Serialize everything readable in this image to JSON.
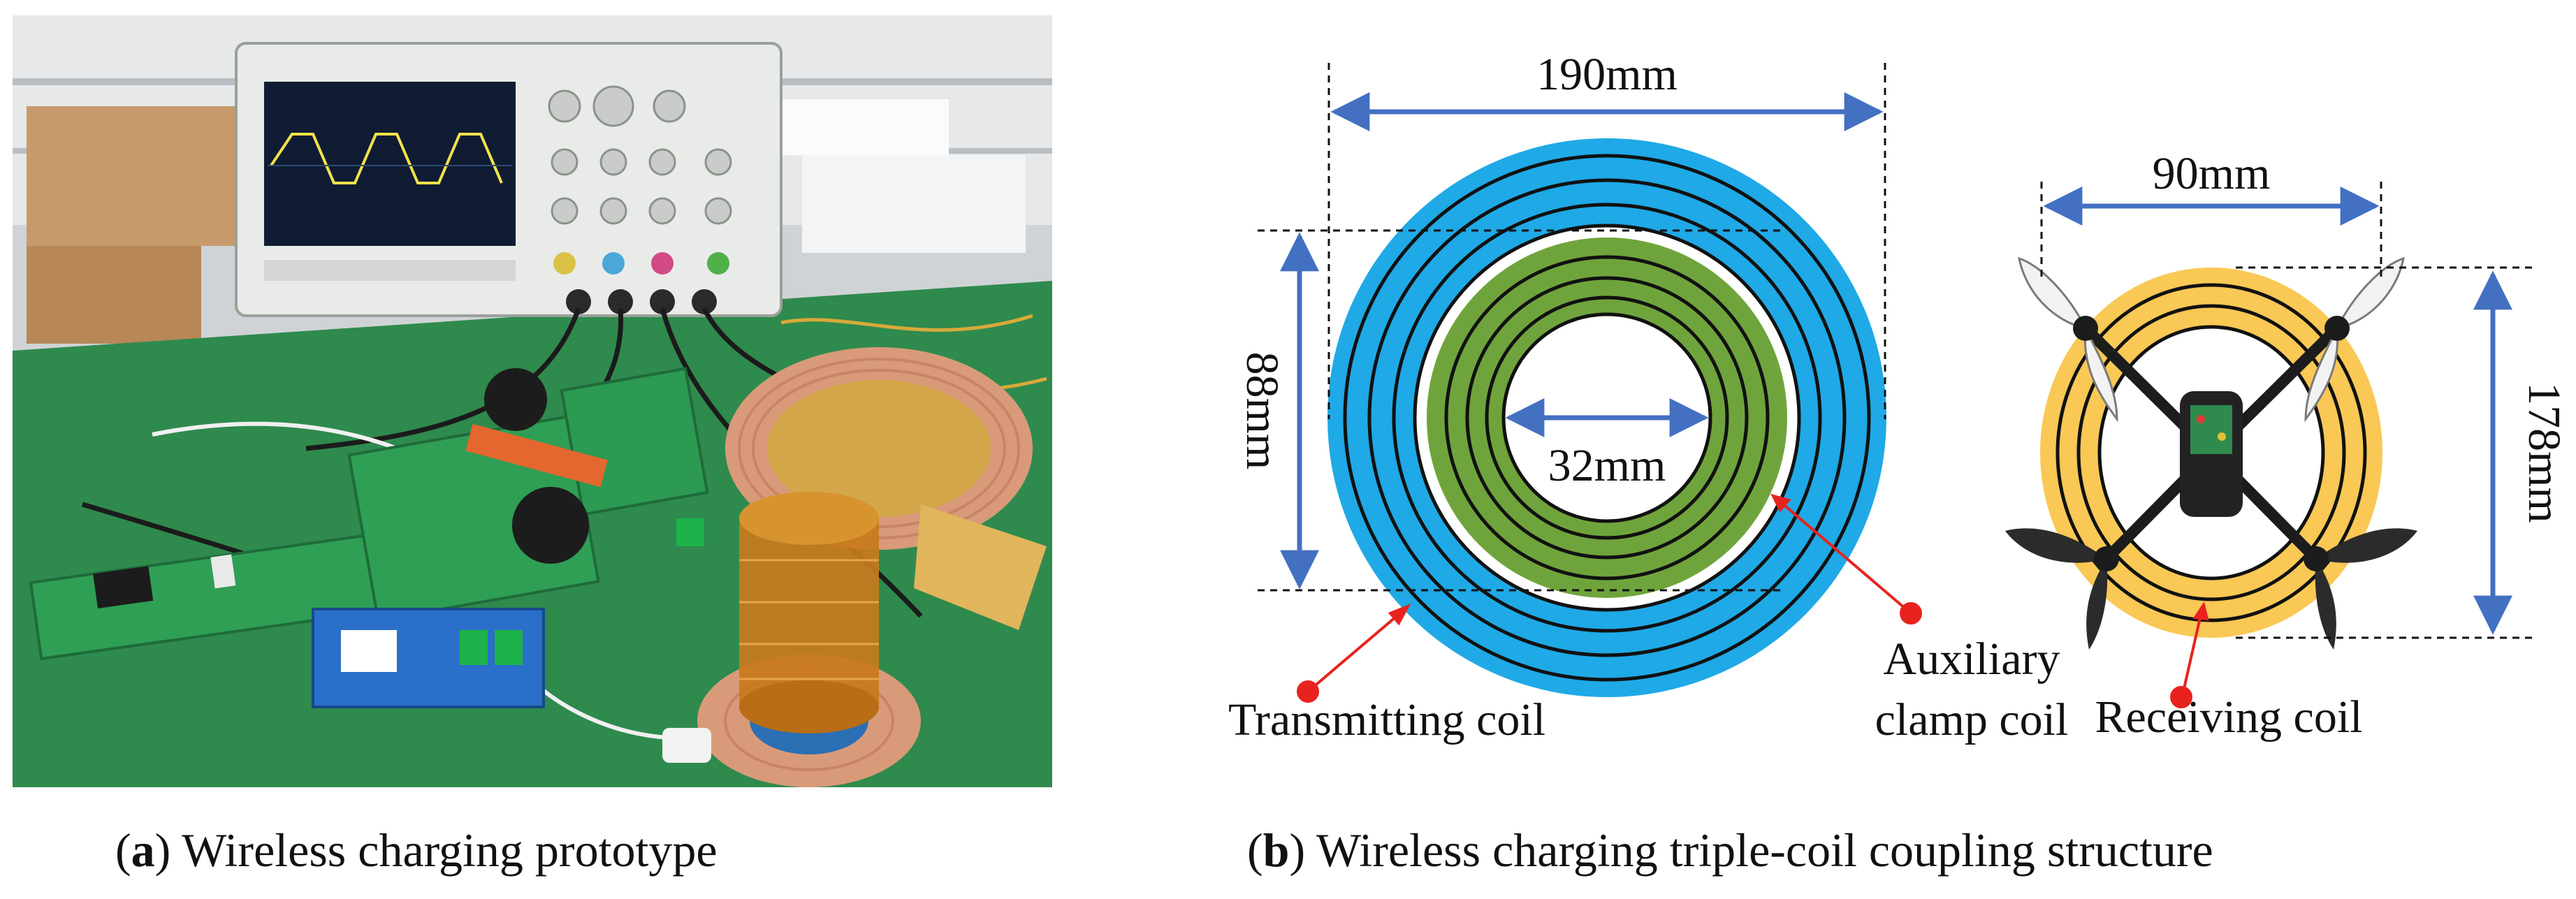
{
  "panel_a": {
    "label": "a",
    "caption": "Wireless charging prototype"
  },
  "panel_b": {
    "label": "b",
    "caption": "Wireless charging triple-coil coupling structure",
    "dimensions": {
      "tx_outer_diameter": "190mm",
      "clamp_height": "88mm",
      "inner_diameter": "32mm",
      "rx_width": "90mm",
      "rx_height": "178mm"
    },
    "labels": {
      "transmitting_coil": "Transmitting coil",
      "auxiliary_line1": "Auxiliary",
      "auxiliary_line2": "clamp coil",
      "receiving_coil": "Receiving coil"
    }
  },
  "colors": {
    "transmitting_coil": "#1fa9e6",
    "auxiliary_coil": "#6fa43c",
    "receiving_coil": "#f9c855",
    "dimension_arrow": "#4470c2",
    "pointer": "#e8231f"
  }
}
